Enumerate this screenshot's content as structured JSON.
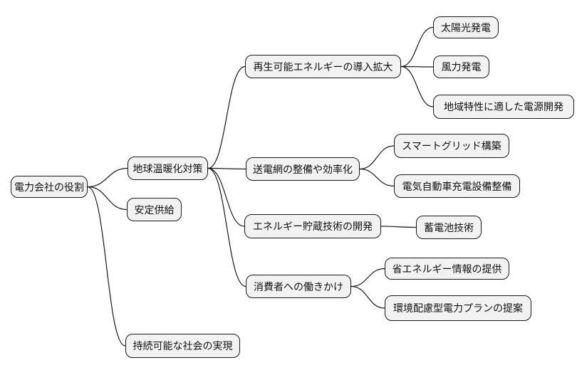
{
  "diagram": {
    "type": "mindmap",
    "root": {
      "label": "電力会社の役割",
      "children": [
        {
          "label": "地球温暖化対策",
          "children": [
            {
              "label": "再生可能エネルギーの導入拡大",
              "children": [
                {
                  "label": "太陽光発電"
                },
                {
                  "label": "風力発電"
                },
                {
                  "label": "地域特性に適した電源開発"
                }
              ]
            },
            {
              "label": "送電網の整備や効率化",
              "children": [
                {
                  "label": "スマートグリッド構築"
                },
                {
                  "label": "電気自動車充電設備整備"
                }
              ]
            },
            {
              "label": "エネルギー貯蔵技術の開発",
              "children": [
                {
                  "label": "蓄電池技術"
                }
              ]
            },
            {
              "label": "消費者への働きかけ",
              "children": [
                {
                  "label": "省エネルギー情報の提供"
                },
                {
                  "label": "環境配慮型電力プランの提案"
                }
              ]
            }
          ]
        },
        {
          "label": "安定供給"
        },
        {
          "label": "持続可能な社会の実現"
        }
      ]
    },
    "colors": {
      "background": "#ffffff",
      "node_fill": "#f2f2f2",
      "node_border": "#1a1a1a",
      "edge": "#1a1a1a"
    }
  }
}
